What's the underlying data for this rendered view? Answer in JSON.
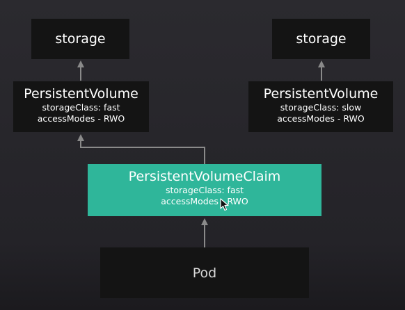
{
  "colors": {
    "background": "#29282d",
    "node": "#141414",
    "claim": "#2fb69a",
    "connector": "#8a8a8a",
    "text": "#ffffff"
  },
  "left_column": {
    "storage_label": "storage",
    "pv": {
      "title": "PersistentVolume",
      "storage_class": "storageClass: fast",
      "access_modes": "accessModes - RWO"
    }
  },
  "right_column": {
    "storage_label": "storage",
    "pv": {
      "title": "PersistentVolume",
      "storage_class": "storageClass: slow",
      "access_modes": "accessModes - RWO"
    }
  },
  "claim": {
    "title": "PersistentVolumeClaim",
    "storage_class": "storageClass: fast",
    "access_modes": "accessModes - RWO"
  },
  "pod": {
    "label": "Pod"
  }
}
